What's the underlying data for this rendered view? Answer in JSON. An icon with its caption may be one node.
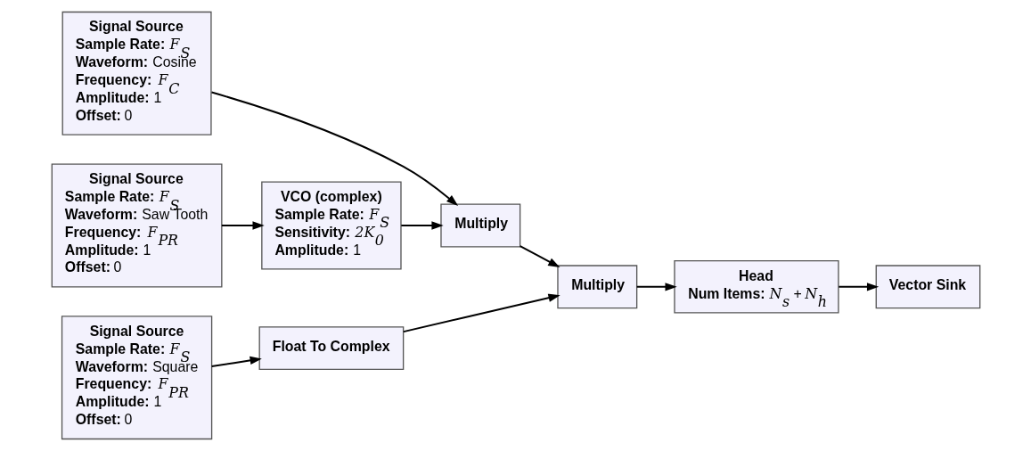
{
  "diagram": {
    "nodes": [
      {
        "text": [
          "Signal Source",
          "**Sample Rate:** *F*$_{S}$",
          "**Waveform:** Saw Tooth",
          "**Frequency:** *F*$_{PR}$",
          "**Amplitude:** 1",
          "**Offset:** 0"
        ]
      },
      {
        "text": [
          "VCO (complex)",
          "**Sample Rate:** *F*$_{S}$",
          "**Sensitivity:** *2K*$_{0}$",
          "**Amplitude:** 1"
        ]
      },
      {
        "text": [
          "Signal Source",
          "**Sample Rate:** *F*$_{S}$",
          "**Waveform:** Cosine",
          "**Frequency:** *F*$_{C}$",
          "**Amplitude:** 1",
          "**Offset:** 0"
        ]
      },
      {
        "text": [
          "Multiply"
        ]
      },
      {
        "text": [
          "Multiply"
        ]
      },
      {
        "text": [
          "Head",
          "**Num Items:** *N*$_{s}$ + *N*$_{h}$"
        ]
      },
      {
        "text": [
          "Vector Sink"
        ]
      },
      {
        "text": [
          "Signal Source",
          "**Sample Rate:** *F*$_{S}$",
          "**Waveform:** Square",
          "**Frequency:** *F*$_{PR}$",
          "**Amplitude:** 1",
          "**Offset:** 0"
        ]
      },
      {
        "text": [
          "Float To Complex"
        ]
      }
    ],
    "edges": [
      {
        "from": 0,
        "to": 1,
        "arrow": "to"
      },
      {
        "from": 1,
        "to": 3,
        "arrow": "to"
      },
      {
        "from": 2,
        "to": 3,
        "arrow": "to"
      },
      {
        "from": 3,
        "to": 4,
        "arrow": "to"
      },
      {
        "from": 8,
        "to": 4,
        "arrow": "to"
      },
      {
        "from": 4,
        "to": 5,
        "arrow": "to"
      },
      {
        "from": 5,
        "to": 6,
        "arrow": "to"
      },
      {
        "from": 7,
        "to": 8,
        "arrow": "to"
      }
    ]
  }
}
